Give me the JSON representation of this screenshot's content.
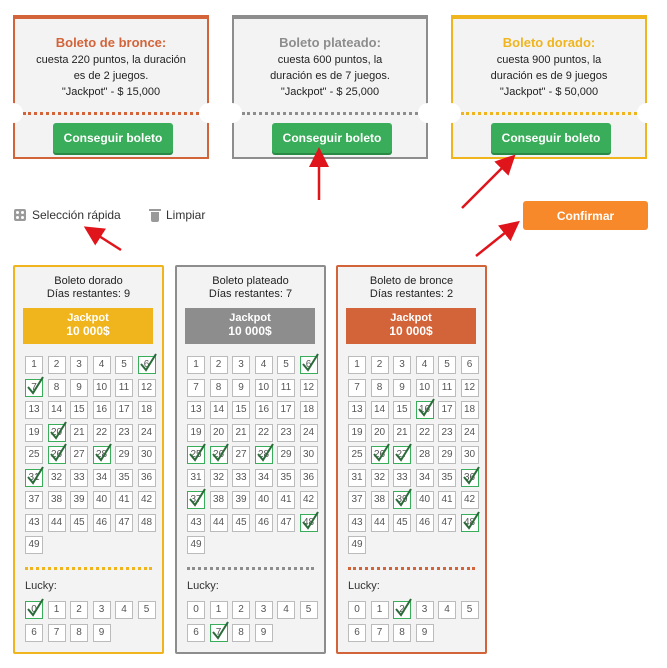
{
  "offers": [
    {
      "id": "bronze",
      "title": "Boleto de bronce:",
      "line1": "cuesta 220 puntos, la duración",
      "line2": "es de 2 juegos.",
      "line3": "\"Jackpot\" - $ 15,000",
      "button": "Conseguir boleto"
    },
    {
      "id": "silver",
      "title": "Boleto plateado:",
      "line1": "cuesta 600 puntos, la",
      "line2": "duración es de 7 juegos.",
      "line3": "\"Jackpot\" - $ 25,000",
      "button": "Conseguir boleto"
    },
    {
      "id": "gold",
      "title": "Boleto dorado:",
      "line1": "cuesta 900 puntos, la",
      "line2": "duración es de 9 juegos",
      "line3": "\"Jackpot\" - $ 50,000",
      "button": "Conseguir boleto"
    }
  ],
  "toolbar": {
    "quick_pick": "Selección rápida",
    "clear": "Limpiar",
    "confirm": "Confirmar"
  },
  "tickets": [
    {
      "id": "gold",
      "name": "Boleto dorado",
      "days": "Días restantes: 9",
      "jackpot_label": "Jackpot",
      "jackpot_value": "10 000$",
      "selected": [
        6,
        7,
        20,
        26,
        28,
        31
      ],
      "lucky_label": "Lucky:",
      "lucky_selected": [
        0
      ]
    },
    {
      "id": "silver",
      "name": "Boleto plateado",
      "days": "Días restantes: 7",
      "jackpot_label": "Jackpot",
      "jackpot_value": "10 000$",
      "selected": [
        6,
        25,
        26,
        28,
        37,
        48
      ],
      "lucky_label": "Lucky:",
      "lucky_selected": [
        7
      ]
    },
    {
      "id": "bronze",
      "name": "Boleto de bronce",
      "days": "Días restantes: 2",
      "jackpot_label": "Jackpot",
      "jackpot_value": "10 000$",
      "selected": [
        16,
        26,
        27,
        36,
        39,
        48
      ],
      "lucky_label": "Lucky:",
      "lucky_selected": [
        2
      ]
    }
  ],
  "colors": {
    "bronze": "#d3643a",
    "silver": "#8d8d8d",
    "gold": "#f0b51d",
    "green": "#3aad5a",
    "orange": "#f7892b",
    "arrow": "#e0141b"
  }
}
